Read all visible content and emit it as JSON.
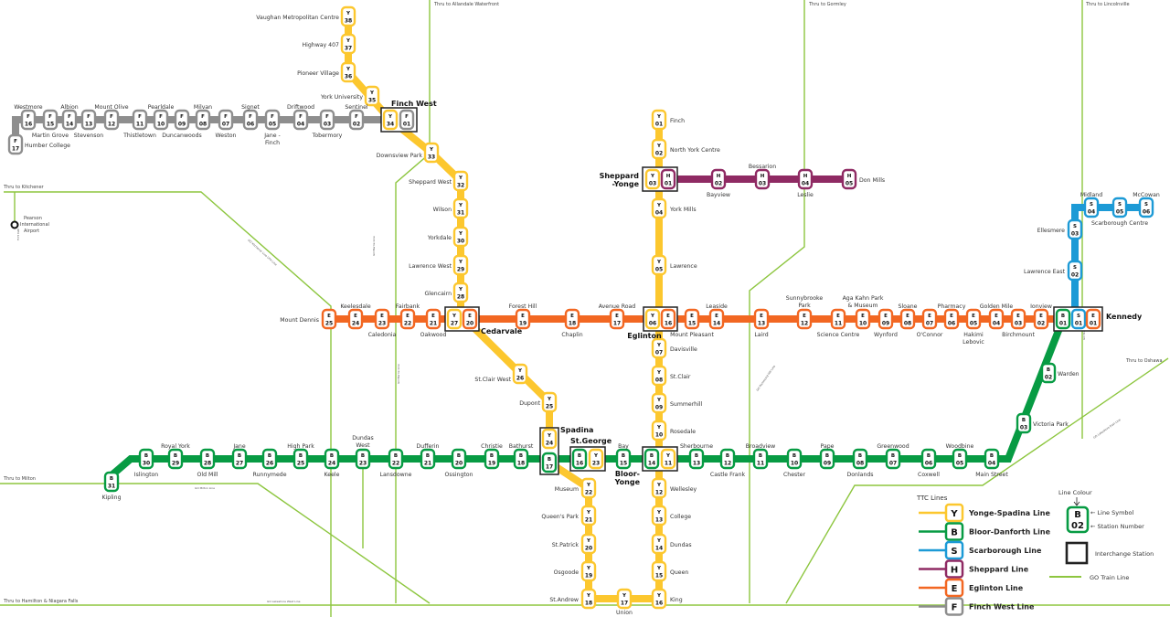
{
  "title": "TTC Subway Map",
  "colors": {
    "Y": "#FCC72E",
    "B": "#079B43",
    "S": "#1C9AD6",
    "H": "#8F2A63",
    "E": "#F26722",
    "F": "#8E8E8E",
    "go": "#8DC63F",
    "interchange": "#222222"
  },
  "go_labels": [
    {
      "id": "kitchener",
      "text": "Thru to Kitchener"
    },
    {
      "id": "allandale",
      "text": "Thru to Allandale Waterfront"
    },
    {
      "id": "gormley",
      "text": "Thru to Gormley"
    },
    {
      "id": "lincolnville",
      "text": "Thru to Lincolnville"
    },
    {
      "id": "oshawa",
      "text": "Thru to Oshawa"
    },
    {
      "id": "milton",
      "text": "Thru to Milton"
    },
    {
      "id": "hamilton",
      "text": "Thru to Hamilton & Niagara Falls"
    },
    {
      "id": "pearson",
      "text": "Pearson International Airport"
    },
    {
      "id": "milton_line",
      "text": "GO Milton Line"
    },
    {
      "id": "lakeshore_west",
      "text": "GO Lakeshore West Line"
    },
    {
      "id": "barrie",
      "text": "GO Barrie Line"
    },
    {
      "id": "kitchener_line",
      "text": "GO Kitchener Line UPX Line"
    },
    {
      "id": "richmond_hill",
      "text": "GO Richmond Hill Line"
    },
    {
      "id": "stouffville",
      "text": "GO Stouffville Line"
    },
    {
      "id": "lakeshore_east",
      "text": "GO Lakeshore East Line"
    },
    {
      "id": "upx",
      "text": "UPX Line"
    }
  ],
  "lines": {
    "Y": {
      "name": "Yonge-Spadina Line",
      "stations": [
        {
          "code": "01",
          "name": "Finch"
        },
        {
          "code": "02",
          "name": "North York Centre"
        },
        {
          "code": "03",
          "name": "Sheppard -Yonge"
        },
        {
          "code": "04",
          "name": "York Mills"
        },
        {
          "code": "05",
          "name": "Lawrence"
        },
        {
          "code": "06",
          "name": "Eglinton"
        },
        {
          "code": "07",
          "name": "Davisville"
        },
        {
          "code": "08",
          "name": "St.Clair"
        },
        {
          "code": "09",
          "name": "Summerhill"
        },
        {
          "code": "10",
          "name": "Rosedale"
        },
        {
          "code": "11",
          "name": "Bloor-Yonge"
        },
        {
          "code": "12",
          "name": "Wellesley"
        },
        {
          "code": "13",
          "name": "College"
        },
        {
          "code": "14",
          "name": "Dundas"
        },
        {
          "code": "15",
          "name": "Queen"
        },
        {
          "code": "16",
          "name": "King"
        },
        {
          "code": "17",
          "name": "Union"
        },
        {
          "code": "18",
          "name": "St.Andrew"
        },
        {
          "code": "19",
          "name": "Osgoode"
        },
        {
          "code": "20",
          "name": "St.Patrick"
        },
        {
          "code": "21",
          "name": "Queen's Park"
        },
        {
          "code": "22",
          "name": "Museum"
        },
        {
          "code": "23",
          "name": "St.George"
        },
        {
          "code": "24",
          "name": "Spadina"
        },
        {
          "code": "25",
          "name": "Dupont"
        },
        {
          "code": "26",
          "name": "St.Clair West"
        },
        {
          "code": "27",
          "name": "Cedarvale"
        },
        {
          "code": "28",
          "name": "Glencairn"
        },
        {
          "code": "29",
          "name": "Lawrence West"
        },
        {
          "code": "30",
          "name": "Yorkdale"
        },
        {
          "code": "31",
          "name": "Wilson"
        },
        {
          "code": "32",
          "name": "Sheppard West"
        },
        {
          "code": "33",
          "name": "Downsview Park"
        },
        {
          "code": "34",
          "name": "Finch West"
        },
        {
          "code": "35",
          "name": "York University"
        },
        {
          "code": "36",
          "name": "Pioneer Village"
        },
        {
          "code": "37",
          "name": "Highway 407"
        },
        {
          "code": "38",
          "name": "Vaughan Metropolitan Centre"
        }
      ]
    },
    "B": {
      "name": "Bloor-Danforth Line",
      "stations": [
        {
          "code": "01",
          "name": "Kennedy"
        },
        {
          "code": "02",
          "name": "Warden"
        },
        {
          "code": "03",
          "name": "Victoria Park"
        },
        {
          "code": "04",
          "name": "Main Street"
        },
        {
          "code": "05",
          "name": "Woodbine"
        },
        {
          "code": "06",
          "name": "Coxwell"
        },
        {
          "code": "07",
          "name": "Greenwood"
        },
        {
          "code": "08",
          "name": "Donlands"
        },
        {
          "code": "09",
          "name": "Pape"
        },
        {
          "code": "10",
          "name": "Chester"
        },
        {
          "code": "11",
          "name": "Broadview"
        },
        {
          "code": "12",
          "name": "Castle Frank"
        },
        {
          "code": "13",
          "name": "Sherbourne"
        },
        {
          "code": "14",
          "name": "Bloor-Yonge"
        },
        {
          "code": "15",
          "name": "Bay"
        },
        {
          "code": "16",
          "name": "St.George"
        },
        {
          "code": "17",
          "name": "Spadina"
        },
        {
          "code": "18",
          "name": "Bathurst"
        },
        {
          "code": "19",
          "name": "Christie"
        },
        {
          "code": "20",
          "name": "Ossington"
        },
        {
          "code": "21",
          "name": "Dufferin"
        },
        {
          "code": "22",
          "name": "Lansdowne"
        },
        {
          "code": "23",
          "name": "Dundas West"
        },
        {
          "code": "24",
          "name": "Keele"
        },
        {
          "code": "25",
          "name": "High Park"
        },
        {
          "code": "26",
          "name": "Runnymede"
        },
        {
          "code": "27",
          "name": "Jane"
        },
        {
          "code": "28",
          "name": "Old Mill"
        },
        {
          "code": "29",
          "name": "Royal York"
        },
        {
          "code": "30",
          "name": "Islington"
        },
        {
          "code": "31",
          "name": "Kipling"
        }
      ]
    },
    "S": {
      "name": "Scarborough Line",
      "stations": [
        {
          "code": "01",
          "name": "Kennedy"
        },
        {
          "code": "02",
          "name": "Lawrence East"
        },
        {
          "code": "03",
          "name": "Ellesmere"
        },
        {
          "code": "04",
          "name": "Midland"
        },
        {
          "code": "05",
          "name": "Scarborough Centre"
        },
        {
          "code": "06",
          "name": "McCowan"
        }
      ]
    },
    "H": {
      "name": "Sheppard Line",
      "stations": [
        {
          "code": "01",
          "name": "Sheppard-Yonge"
        },
        {
          "code": "02",
          "name": "Bayview"
        },
        {
          "code": "03",
          "name": "Bessarion"
        },
        {
          "code": "04",
          "name": "Leslie"
        },
        {
          "code": "05",
          "name": "Don Mills"
        }
      ]
    },
    "E": {
      "name": "Eglinton Line",
      "stations": [
        {
          "code": "01",
          "name": "Kennedy"
        },
        {
          "code": "02",
          "name": "Ionview"
        },
        {
          "code": "03",
          "name": "Birchmount"
        },
        {
          "code": "04",
          "name": "Golden Mile"
        },
        {
          "code": "05",
          "name": "Hakimi Lebovic"
        },
        {
          "code": "06",
          "name": "Pharmacy"
        },
        {
          "code": "07",
          "name": "O'Connor"
        },
        {
          "code": "08",
          "name": "Sloane"
        },
        {
          "code": "09",
          "name": "Wynford"
        },
        {
          "code": "10",
          "name": "Aga Kahn Park & Museum"
        },
        {
          "code": "11",
          "name": "Science Centre"
        },
        {
          "code": "12",
          "name": "Sunnybrooke Park"
        },
        {
          "code": "13",
          "name": "Laird"
        },
        {
          "code": "14",
          "name": "Leaside"
        },
        {
          "code": "15",
          "name": "Mount Pleasant"
        },
        {
          "code": "16",
          "name": "Eglinton"
        },
        {
          "code": "17",
          "name": "Avenue Road"
        },
        {
          "code": "18",
          "name": "Chaplin"
        },
        {
          "code": "19",
          "name": "Forest Hill"
        },
        {
          "code": "20",
          "name": "Cedarvale"
        },
        {
          "code": "21",
          "name": "Oakwood"
        },
        {
          "code": "22",
          "name": "Fairbank"
        },
        {
          "code": "23",
          "name": "Caledonia"
        },
        {
          "code": "24",
          "name": "Keelesdale"
        },
        {
          "code": "25",
          "name": "Mount Dennis"
        }
      ]
    },
    "F": {
      "name": "Finch West Line",
      "stations": [
        {
          "code": "01",
          "name": "Finch West"
        },
        {
          "code": "02",
          "name": "Sentinel"
        },
        {
          "code": "03",
          "name": "Tobermory"
        },
        {
          "code": "04",
          "name": "Driftwood"
        },
        {
          "code": "05",
          "name": "Jane - Finch"
        },
        {
          "code": "06",
          "name": "Signet"
        },
        {
          "code": "07",
          "name": "Weston"
        },
        {
          "code": "08",
          "name": "Milvan"
        },
        {
          "code": "09",
          "name": "Duncanwoods"
        },
        {
          "code": "10",
          "name": "Pearldale"
        },
        {
          "code": "11",
          "name": "Thistletown"
        },
        {
          "code": "12",
          "name": "Mount Olive"
        },
        {
          "code": "13",
          "name": "Stevenson"
        },
        {
          "code": "14",
          "name": "Albion"
        },
        {
          "code": "15",
          "name": "Martin Grove"
        },
        {
          "code": "16",
          "name": "Westmore"
        },
        {
          "code": "17",
          "name": "Humber College"
        }
      ]
    }
  },
  "interchange_labels": {
    "finch_west": "Finch West",
    "sheppard_yonge": "Sheppard -Yonge",
    "cedarvale": "Cedarvale",
    "eglinton": "Eglinton",
    "kennedy": "Kennedy",
    "spadina": "Spadina",
    "st_george": "St.George",
    "bloor_yonge": "Bloor- Yonge"
  },
  "legend": {
    "title": "TTC Lines",
    "items": [
      {
        "symbol": "Y",
        "name": "Yonge-Spadina Line"
      },
      {
        "symbol": "B",
        "name": "Bloor-Danforth Line"
      },
      {
        "symbol": "S",
        "name": "Scarborough Line"
      },
      {
        "symbol": "H",
        "name": "Sheppard Line"
      },
      {
        "symbol": "E",
        "name": "Eglinton Line"
      },
      {
        "symbol": "F",
        "name": "Finch West Line"
      }
    ],
    "key": {
      "line_colour": "Line Colour",
      "sample_symbol": "B",
      "sample_number": "02",
      "line_symbol": "← Line Symbol",
      "station_number": "← Station Number",
      "interchange": "Interchange Station",
      "go_train": "GO Train Line"
    }
  }
}
